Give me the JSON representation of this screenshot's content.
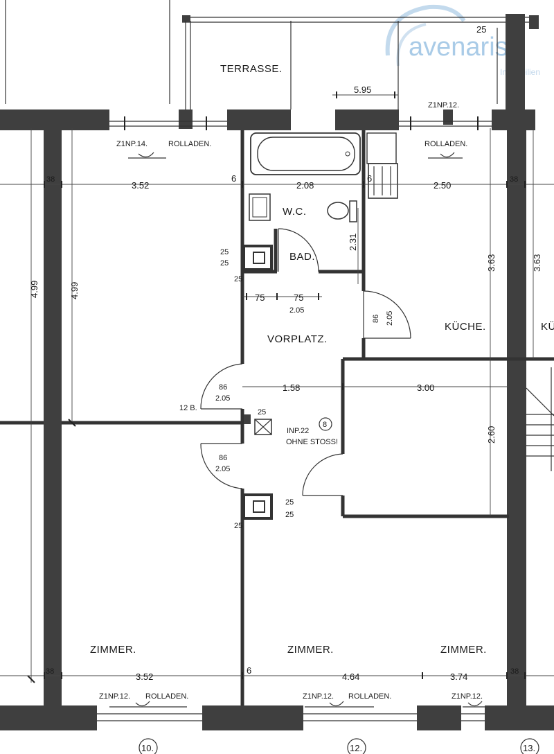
{
  "logo": {
    "name": "avenaris",
    "sub": "Immobilien",
    "color": "#9bc2e3"
  },
  "rooms": {
    "terrace": "TERRASSE.",
    "wc": "W.C.",
    "bath": "BAD.",
    "hall": "VORPLATZ.",
    "kitchen": "KÜCHE.",
    "kitchen_neighbor": "KÜ",
    "room_left": "ZIMMER.",
    "room_mid": "ZIMMER.",
    "room_right": "ZIMMER."
  },
  "windows": {
    "top_left_code": "Z1NP.14.",
    "top_left_shutter": "ROLLADEN.",
    "top_right_code": "Z1NP.12.",
    "top_right_shutter": "ROLLADEN.",
    "bottom_left_code": "Z1NP.12.",
    "bottom_left_shutter": "ROLLADEN.",
    "bottom_mid_code": "Z1NP.12.",
    "bottom_mid_shutter": "ROLLADEN.",
    "bottom_right_code": "Z1NP.12."
  },
  "dimensions": {
    "terrace_width": "5.95",
    "corner_25": "25",
    "top_left_wall": "38",
    "top_left_width": "3.52",
    "top_6a": "6",
    "bath_width": "2.08",
    "top_6b": "6",
    "kitchen_width": "2.50",
    "top_right_wall": "38",
    "left_height_outer": "4.99",
    "left_height_inner": "4.99",
    "bath_height": "2.31",
    "kitchen_height": "3.63",
    "kitchen_height_right": "3.63",
    "chimney_a1": "25",
    "chimney_a2": "25",
    "chimney_a3": "25",
    "hall_75_left": "75",
    "hall_75_right": "75",
    "hall_205": "2.05",
    "door_kitchen_w": "86",
    "door_kitchen_h": "2.05",
    "door_left_w": "86",
    "door_left_h": "2.05",
    "hall_width": "1.58",
    "label_12b": "12 B.",
    "shaft_25": "25",
    "room_right_width": "3.00",
    "room_right_height": "2.60",
    "door_low_w": "86",
    "door_low_h": "2.05",
    "chimney_b1": "25",
    "chimney_b2": "25",
    "chimney_b3": "25",
    "bottom_left_wall": "38",
    "bottom_left_width": "3.52",
    "bottom_6": "6",
    "bottom_mid_width": "4.64",
    "bottom_right_width": "3.74",
    "bottom_right_wall": "38"
  },
  "notes": {
    "inp": "INP.22",
    "ohne": "OHNE STOSS!",
    "circle": "8"
  },
  "axes": {
    "a10": "10.",
    "a12": "12.",
    "a13": "13."
  }
}
